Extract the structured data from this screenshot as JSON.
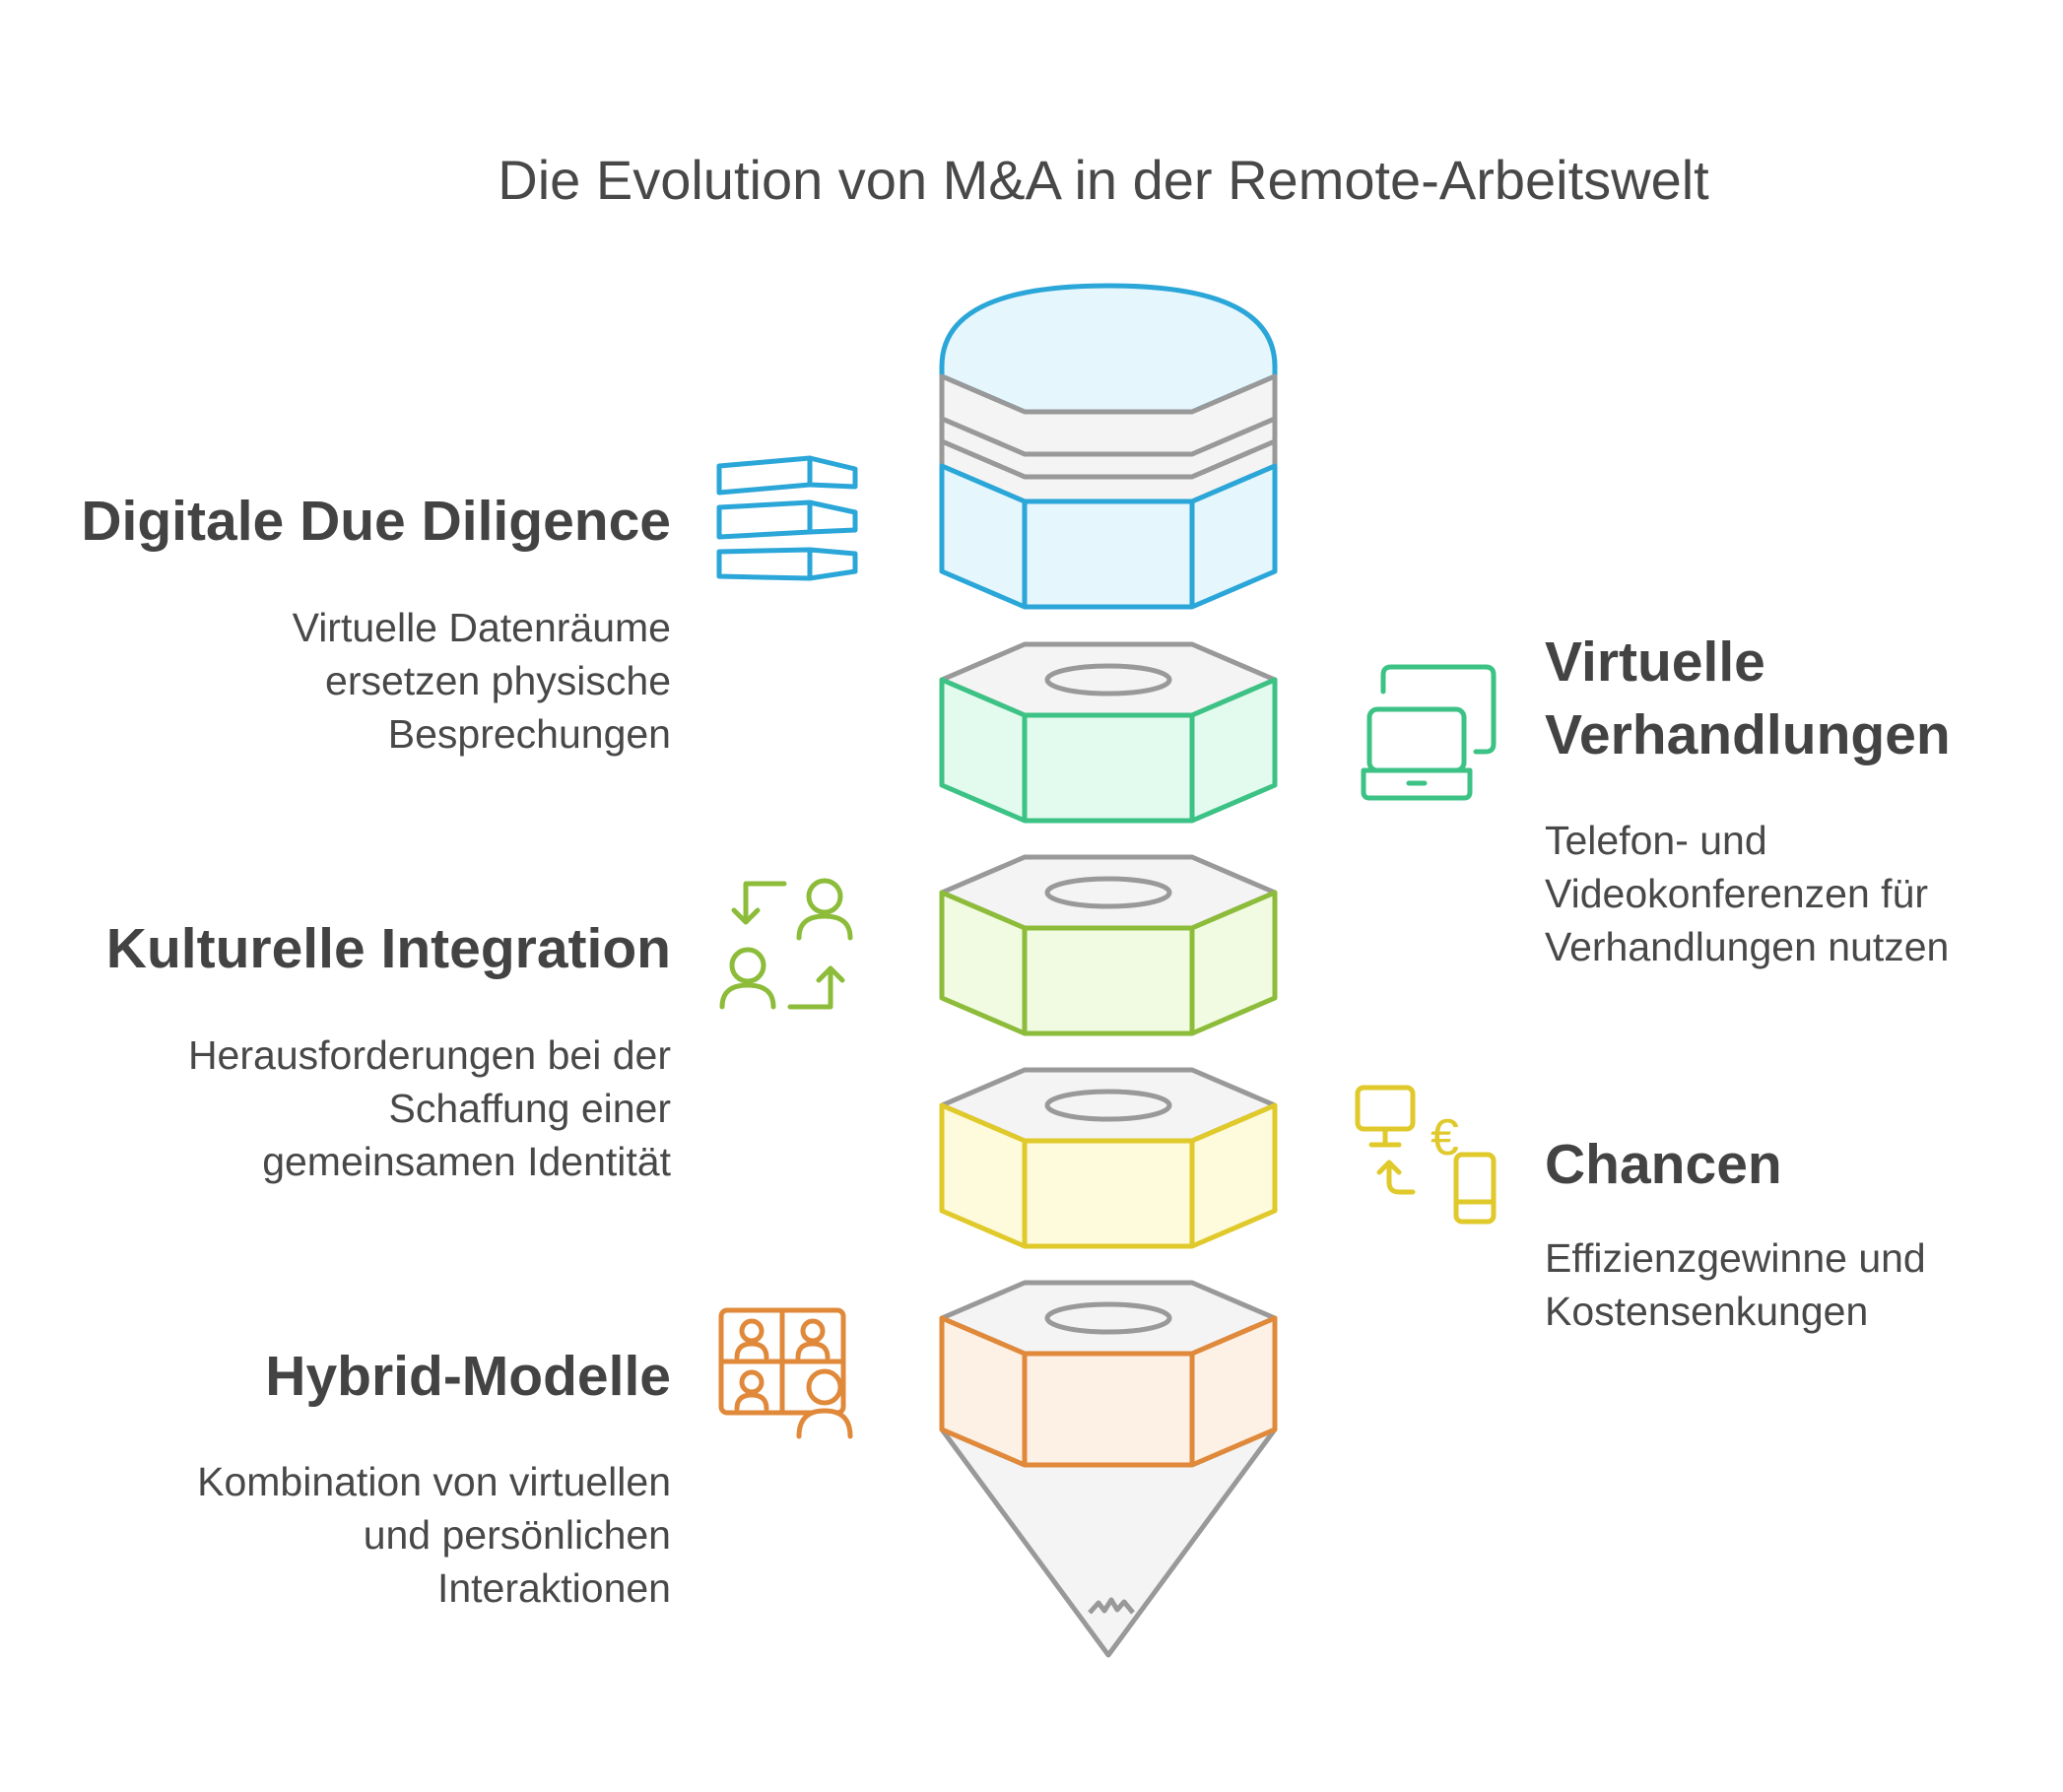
{
  "title": "Die Evolution von M&A in der Remote-Arbeitswelt",
  "sections": [
    {
      "heading": "Digitale Due Diligence",
      "description": [
        "Virtuelle Datenräume",
        "ersetzen physische",
        "Besprechungen"
      ],
      "icon": "server-stack-icon",
      "color": "#2aa6d8"
    },
    {
      "heading": [
        "Virtuelle",
        "Verhandlungen"
      ],
      "description": [
        "Telefon- und",
        "Videokonferenzen für",
        "Verhandlungen nutzen"
      ],
      "icon": "laptop-screens-icon",
      "color": "#3cc285"
    },
    {
      "heading": "Kulturelle Integration",
      "description": [
        "Herausforderungen bei der",
        "Schaffung einer",
        "gemeinsamen Identität"
      ],
      "icon": "people-exchange-icon",
      "color": "#8cbc3a"
    },
    {
      "heading": "Chancen",
      "description": [
        "Effizienzgewinne und",
        "Kostensenkungen"
      ],
      "icon": "euro-devices-icon",
      "color": "#e0c92a"
    },
    {
      "heading": "Hybrid-Modelle",
      "description": [
        "Kombination von virtuellen",
        "und persönlichen",
        "Interaktionen"
      ],
      "icon": "video-meeting-icon",
      "color": "#e0893a"
    }
  ]
}
